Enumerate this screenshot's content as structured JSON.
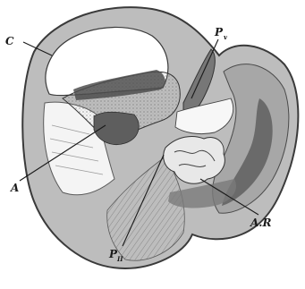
{
  "figure": {
    "labels": {
      "c": "C",
      "p_main": "P",
      "p_sub_v": "v",
      "a": "A",
      "ar": "A.R",
      "p2_main": "P",
      "p2_sub": "II"
    },
    "colors": {
      "outline": "#3a3a3a",
      "outer_wall": "#b9b9b9",
      "inner_tissue": "#8f8f8f",
      "dark_tissue": "#5e5e5e",
      "chamber": "#ffffff",
      "background": "#ffffff"
    }
  }
}
